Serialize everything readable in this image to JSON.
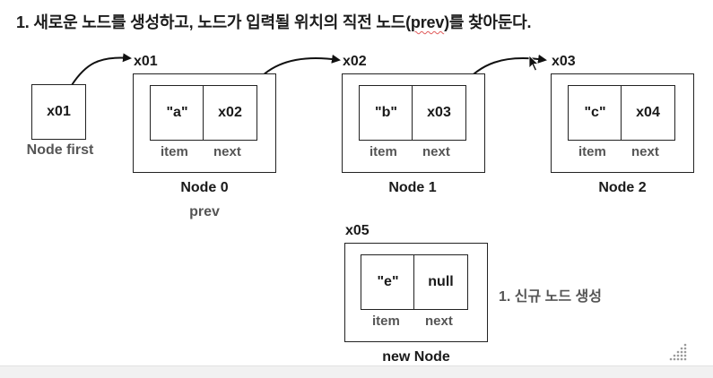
{
  "heading": {
    "before": "1. 새로운 노드를 생성하고, 노드가 입력될 위치의 직전 노드(",
    "highlight": "prev",
    "after": ")를 찾아둔다."
  },
  "first": {
    "value": "x01",
    "caption": "Node first"
  },
  "nodes": [
    {
      "address": "x01",
      "item": "\"a\"",
      "next": "x02",
      "caption": "Node 0",
      "extra": "prev"
    },
    {
      "address": "x02",
      "item": "\"b\"",
      "next": "x03",
      "caption": "Node 1"
    },
    {
      "address": "x03",
      "item": "\"c\"",
      "next": "x04",
      "caption": "Node 2"
    }
  ],
  "new_node": {
    "address": "x05",
    "item": "\"e\"",
    "next": "null",
    "caption": "new Node"
  },
  "field_labels": {
    "item": "item",
    "next": "next"
  },
  "side_note": "1. 신규 노드 생성"
}
